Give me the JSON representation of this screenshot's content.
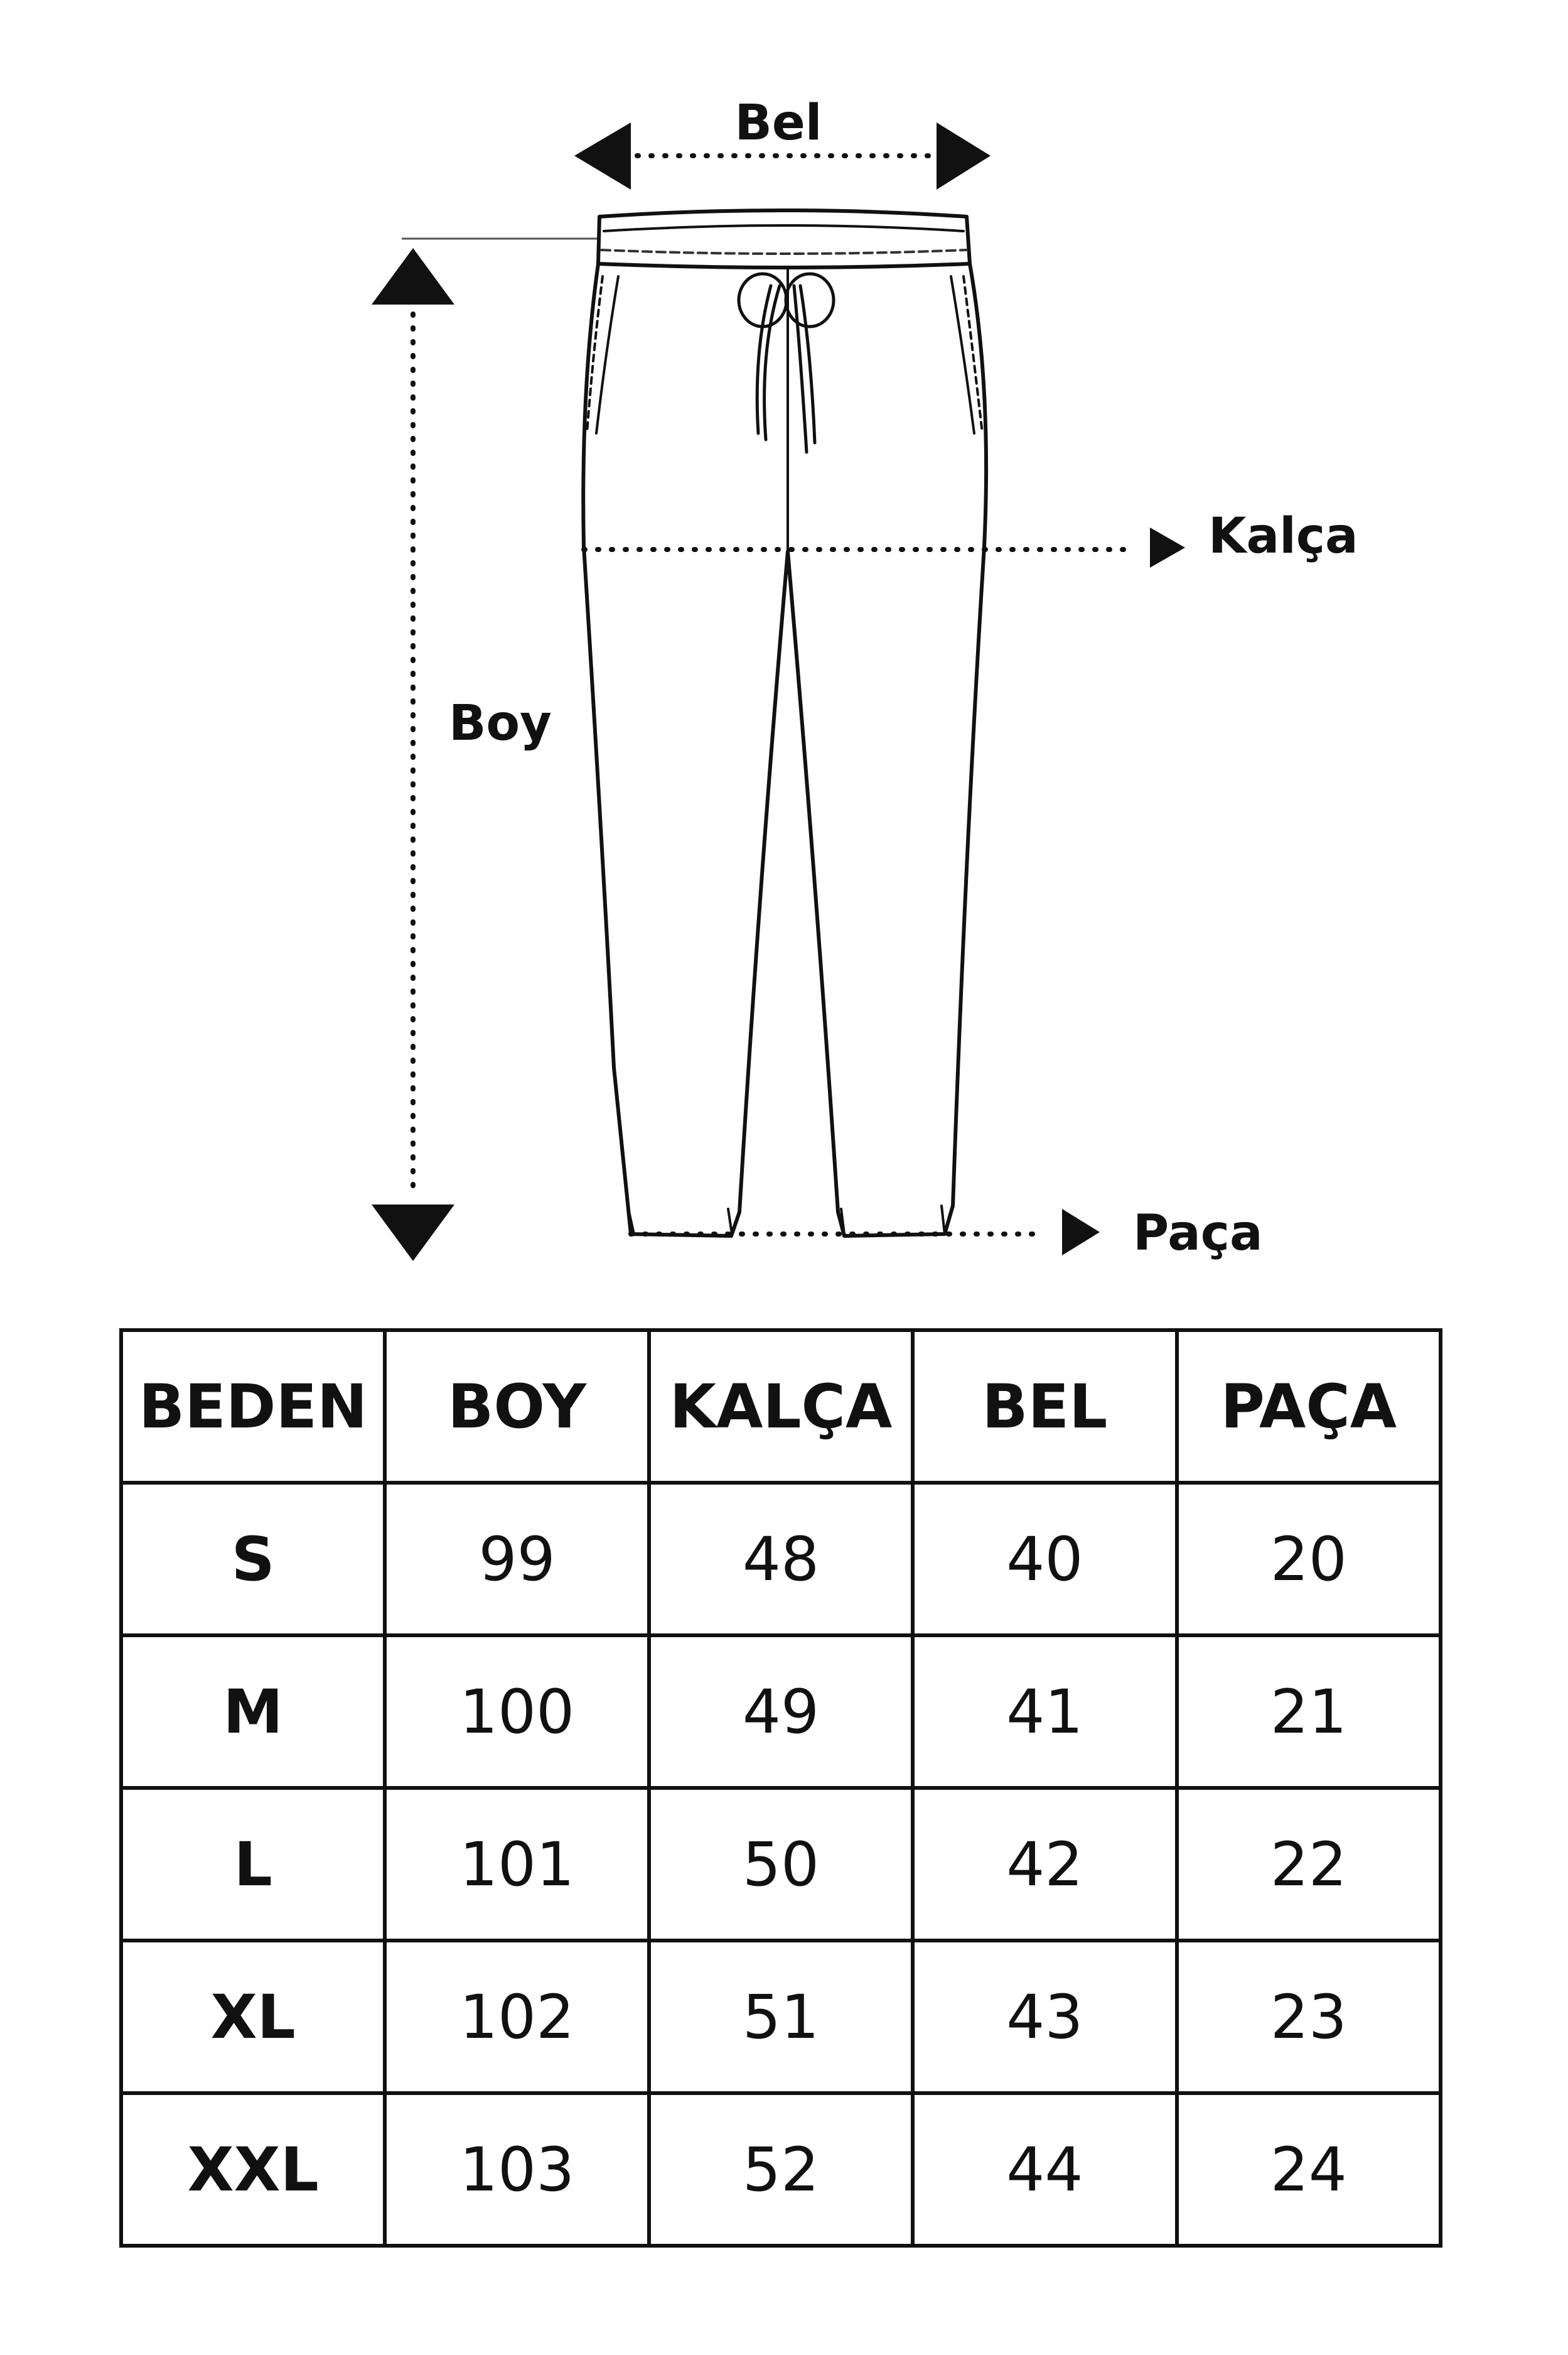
{
  "diagram": {
    "labels": {
      "waist": "Bel",
      "hip": "Kalça",
      "length": "Boy",
      "hem": "Paça"
    }
  },
  "size_table": {
    "headers": [
      "BEDEN",
      "BOY",
      "KALÇA",
      "BEL",
      "PAÇA"
    ],
    "rows": [
      [
        "S",
        "99",
        "48",
        "40",
        "20"
      ],
      [
        "M",
        "100",
        "49",
        "41",
        "21"
      ],
      [
        "L",
        "101",
        "50",
        "42",
        "22"
      ],
      [
        "XL",
        "102",
        "51",
        "43",
        "23"
      ],
      [
        "XXL",
        "103",
        "52",
        "44",
        "24"
      ]
    ]
  }
}
